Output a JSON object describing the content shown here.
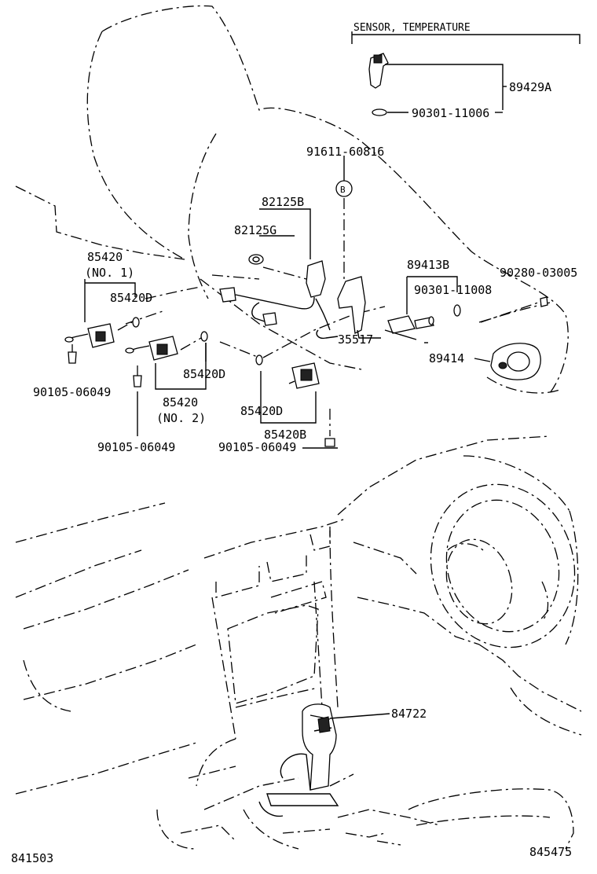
{
  "header": {
    "sensor_group": "SENSOR, TEMPERATURE"
  },
  "labels": {
    "p89429A": "89429A",
    "p90301_11006": "90301-11006",
    "p91611_60816": "91611-60816",
    "circle_b": "B",
    "p82125B": "82125B",
    "p82125G": "82125G",
    "p85420_no1": "85420",
    "no1": "(NO. 1)",
    "p85420D_a": "85420D",
    "p89413B": "89413B",
    "p90280_03005": "90280-03005",
    "p90301_11008": "90301-11008",
    "p35517": "35517",
    "p89414": "89414",
    "p85420D_b": "85420D",
    "p85420_no2": "85420",
    "no2": "(NO. 2)",
    "p90105_a": "90105-06049",
    "p85420D_c": "85420D",
    "p85420B": "85420B",
    "p90105_b": "90105-06049",
    "p90105_c": "90105-06049",
    "p84722": "84722",
    "fig_left": "841503",
    "fig_right": "845475"
  }
}
